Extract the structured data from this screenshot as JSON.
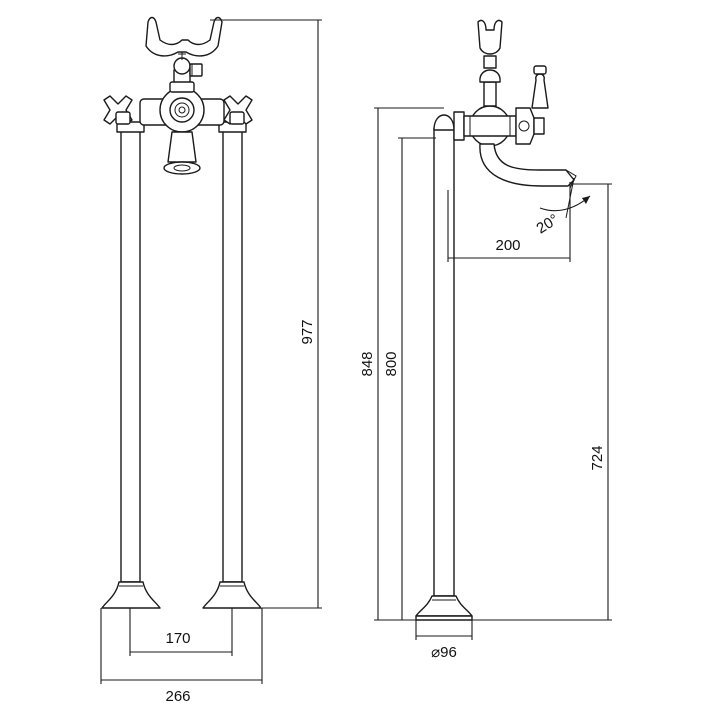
{
  "dimensions": {
    "height_total": "977",
    "center_distance": "170",
    "overall_width": "266",
    "height_848": "848",
    "height_800": "800",
    "spout_reach": "200",
    "spout_height": "724",
    "spout_angle": "20°",
    "base_diameter": "⌀96"
  },
  "colors": {
    "line": "#1a1a1a",
    "background": "#ffffff"
  }
}
